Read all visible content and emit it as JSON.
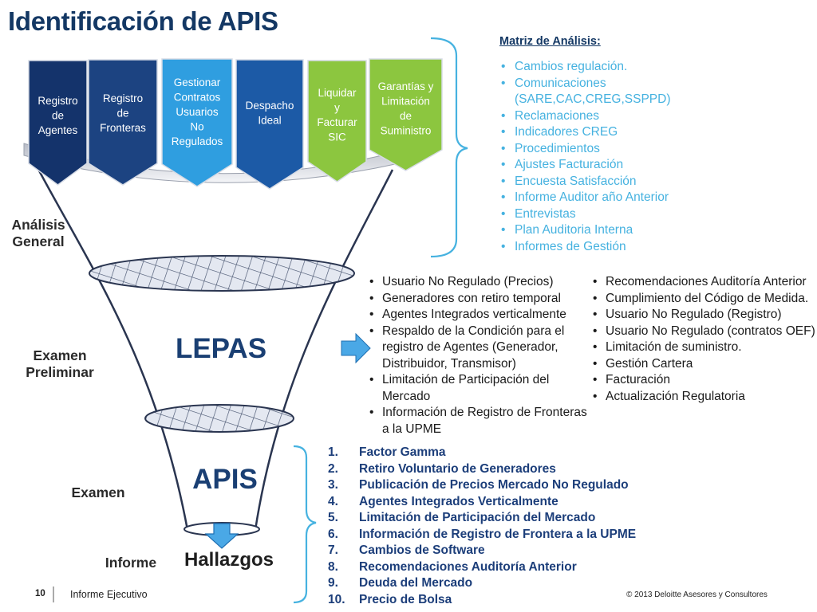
{
  "title": "Identificación de APIS",
  "top_modules": [
    {
      "label": [
        "Registro",
        "de",
        "Agentes"
      ]
    },
    {
      "label": [
        "Registro",
        "de",
        "Fronteras"
      ]
    },
    {
      "label": [
        "Gestionar",
        "Contratos",
        "Usuarios",
        "No",
        "Regulados"
      ]
    },
    {
      "label": [
        "Despacho",
        "Ideal"
      ]
    },
    {
      "label": [
        "Liquidar",
        "y",
        "Facturar",
        "SIC"
      ]
    },
    {
      "label": [
        "Garantías y",
        "Limitación",
        "de",
        "Suministro"
      ]
    }
  ],
  "colors": {
    "title": "#143864",
    "navy": "#14336b",
    "medium_blue": "#1c5aa6",
    "bright_blue": "#2f9ee0",
    "cyan": "#46b2e0",
    "lime": "#8cc63f",
    "funnel_line": "#2a3550",
    "mesh_fill": "#dde3ef",
    "arrow_fill": "#4aa8e6"
  },
  "stages": {
    "analysis": "Análisis\nGeneral",
    "preliminary": "Examen\nPreliminar",
    "exam": "Examen",
    "report": "Informe"
  },
  "funnel": {
    "lepas": "LEPAS",
    "apis": "APIS",
    "hallazgos": "Hallazgos"
  },
  "matrix": {
    "heading": "Matriz de Análisis:",
    "items": [
      "Cambios regulación.",
      "Comunicaciones",
      "(SARE,CAC,CREG,SSPPD)",
      "Reclamaciones",
      "Indicadores CREG",
      "Procedimientos",
      "Ajustes Facturación",
      "Encuesta Satisfacción",
      "Informe Auditor año Anterior",
      "Entrevistas",
      "Plan Auditoria Interna",
      "Informes de Gestión"
    ]
  },
  "preliminary_list_1": [
    "Usuario No Regulado (Precios)",
    "Generadores con retiro temporal",
    "Agentes Integrados verticalmente",
    "Respaldo de la Condición para el registro de Agentes (Generador, Distribuidor, Transmisor)",
    "Limitación de Participación del Mercado",
    "Información de Registro de Fronteras a la UPME"
  ],
  "preliminary_list_2": [
    "Recomendaciones Auditoría Anterior",
    "Cumplimiento del Código de Medida.",
    "Usuario No Regulado (Registro)",
    "Usuario No Regulado (contratos OEF)",
    "Limitación de suministro.",
    "Gestión Cartera",
    "Facturación",
    "Actualización Regulatoria"
  ],
  "findings": [
    {
      "num": "1.",
      "text": "Factor Gamma"
    },
    {
      "num": "2.",
      "text": "Retiro Voluntario de Generadores"
    },
    {
      "num": "3.",
      "text": "Publicación de Precios Mercado No Regulado"
    },
    {
      "num": "4.",
      "text": "Agentes Integrados Verticalmente"
    },
    {
      "num": "5.",
      "text": "Limitación de Participación del Mercado"
    },
    {
      "num": "6.",
      "text": "Información de Registro de Frontera a la UPME"
    },
    {
      "num": "7.",
      "text": "Cambios de Software"
    },
    {
      "num": "8.",
      "text": "Recomendaciones Auditoría Anterior"
    },
    {
      "num": "9.",
      "text": "Deuda del Mercado"
    },
    {
      "num": "10.",
      "text": "Precio de Bolsa"
    }
  ],
  "footer": {
    "page": "10",
    "text": "Informe Ejecutivo",
    "copyright": "© 2013 Deloitte Asesores y Consultores"
  }
}
